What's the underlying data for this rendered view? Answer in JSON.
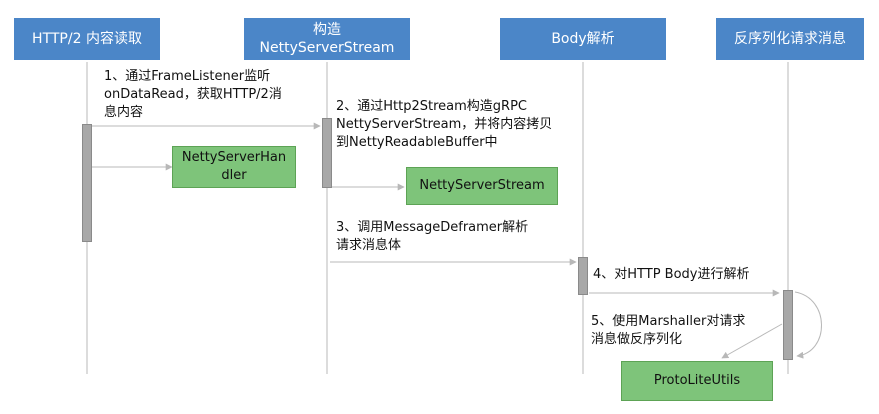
{
  "headers": [
    {
      "id": "h1",
      "text": "HTTP/2 内容读取"
    },
    {
      "id": "h2",
      "text": "构造\nNettyServerStream"
    },
    {
      "id": "h3",
      "text": "Body解析"
    },
    {
      "id": "h4",
      "text": "反序列化请求消息"
    }
  ],
  "steps": [
    {
      "id": "s1",
      "text": "1、通过FrameListener监听\nonDataRead，获取HTTP/2消\n息内容"
    },
    {
      "id": "s2",
      "text": "2、通过Http2Stream构造gRPC\nNettyServerStream，并将内容拷贝\n到NettyReadableBuffer中"
    },
    {
      "id": "s3",
      "text": "3、调用MessageDeframer解析\n请求消息体"
    },
    {
      "id": "s4",
      "text": "4、对HTTP Body进行解析"
    },
    {
      "id": "s5",
      "text": "5、使用Marshaller对请求\n消息做反序列化"
    }
  ],
  "boxes": [
    {
      "id": "b1",
      "text": "NettyServerHan\ndler"
    },
    {
      "id": "b2",
      "text": "NettyServerStream"
    },
    {
      "id": "b3",
      "text": "ProtoLiteUtils"
    }
  ],
  "colors": {
    "header_bg": "#4b86c8",
    "box_bg": "#7ec47a",
    "activation": "#a8a8a8",
    "line": "#b8b8b8"
  }
}
